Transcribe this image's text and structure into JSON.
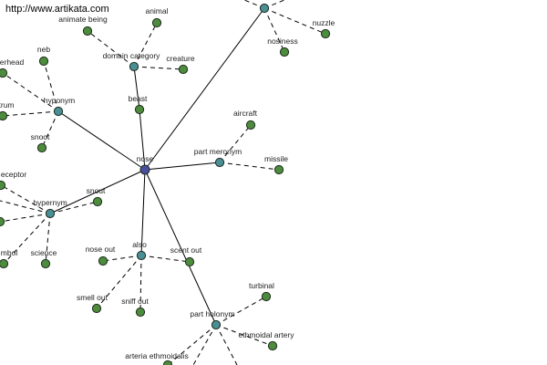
{
  "watermark": "http://www.artikata.com",
  "colors": {
    "root": "#4a4e9e",
    "relation": "#4a8f96",
    "leaf": "#4c8c3c",
    "stroke": "#1c2a1c"
  },
  "nodes": [
    {
      "id": "nose",
      "label": "nose",
      "kind": "root"
    },
    {
      "id": "beast",
      "label": "beast",
      "kind": "leaf"
    },
    {
      "id": "domain_category",
      "label": "domain category",
      "kind": "relation"
    },
    {
      "id": "animate_being",
      "label": "animate being",
      "kind": "leaf"
    },
    {
      "id": "animal",
      "label": "animal",
      "kind": "leaf"
    },
    {
      "id": "creature",
      "label": "creature",
      "kind": "leaf"
    },
    {
      "id": "hyponym",
      "label": "hyponym",
      "kind": "relation"
    },
    {
      "id": "neb",
      "label": "neb",
      "kind": "leaf"
    },
    {
      "id": "erhead",
      "label": "erhead",
      "kind": "leaf"
    },
    {
      "id": "trum",
      "label": "trum",
      "kind": "leaf"
    },
    {
      "id": "snoot",
      "label": "snoot",
      "kind": "leaf"
    },
    {
      "id": "hypernym",
      "label": "hypernym",
      "kind": "relation"
    },
    {
      "id": "eceptor",
      "label": "eceptor",
      "kind": "leaf"
    },
    {
      "id": "snout",
      "label": "snout",
      "kind": "leaf"
    },
    {
      "id": "mbol",
      "label": "mbol",
      "kind": "leaf"
    },
    {
      "id": "science",
      "label": "science",
      "kind": "leaf"
    },
    {
      "id": "hyper_left",
      "label": "",
      "kind": "leaf"
    },
    {
      "id": "part_meronym",
      "label": "part meronym",
      "kind": "relation"
    },
    {
      "id": "aircraft",
      "label": "aircraft",
      "kind": "leaf"
    },
    {
      "id": "missile",
      "label": "missile",
      "kind": "leaf"
    },
    {
      "id": "also",
      "label": "also",
      "kind": "relation"
    },
    {
      "id": "nose_out",
      "label": "nose out",
      "kind": "leaf"
    },
    {
      "id": "scent_out",
      "label": "scent out",
      "kind": "leaf"
    },
    {
      "id": "smell_out",
      "label": "smell out",
      "kind": "leaf"
    },
    {
      "id": "sniff_out",
      "label": "sniff out",
      "kind": "leaf"
    },
    {
      "id": "part_holonym",
      "label": "part holonym",
      "kind": "relation"
    },
    {
      "id": "turbinal",
      "label": "turbinal",
      "kind": "leaf"
    },
    {
      "id": "ethmoidal_artery",
      "label": "ethmoidal artery",
      "kind": "leaf"
    },
    {
      "id": "arteria_ethmoidalis",
      "label": "arteria ethmoidalis",
      "kind": "leaf"
    },
    {
      "id": "top_relation",
      "label": "",
      "kind": "relation"
    },
    {
      "id": "nosiness",
      "label": "nosiness",
      "kind": "leaf"
    },
    {
      "id": "nuzzle",
      "label": "nuzzle",
      "kind": "leaf"
    }
  ],
  "edges": [
    {
      "from": "nose",
      "to": "beast",
      "style": "solid"
    },
    {
      "from": "beast",
      "to": "domain_category",
      "style": "solid"
    },
    {
      "from": "nose",
      "to": "hyponym",
      "style": "solid"
    },
    {
      "from": "nose",
      "to": "hypernym",
      "style": "solid"
    },
    {
      "from": "nose",
      "to": "part_meronym",
      "style": "solid"
    },
    {
      "from": "nose",
      "to": "also",
      "style": "solid"
    },
    {
      "from": "nose",
      "to": "part_holonym",
      "style": "solid"
    },
    {
      "from": "nose",
      "to": "top_relation",
      "style": "solid"
    },
    {
      "from": "domain_category",
      "to": "animate_being",
      "style": "dashed"
    },
    {
      "from": "domain_category",
      "to": "animal",
      "style": "dashed"
    },
    {
      "from": "domain_category",
      "to": "creature",
      "style": "dashed"
    },
    {
      "from": "hyponym",
      "to": "neb",
      "style": "dashed"
    },
    {
      "from": "hyponym",
      "to": "erhead",
      "style": "dashed"
    },
    {
      "from": "hyponym",
      "to": "trum",
      "style": "dashed"
    },
    {
      "from": "hyponym",
      "to": "snoot",
      "style": "dashed"
    },
    {
      "from": "hypernym",
      "to": "eceptor",
      "style": "dashed"
    },
    {
      "from": "hypernym",
      "to": "snout",
      "style": "dashed"
    },
    {
      "from": "hypernym",
      "to": "mbol",
      "style": "dashed"
    },
    {
      "from": "hypernym",
      "to": "science",
      "style": "dashed"
    },
    {
      "from": "hypernym",
      "to": "hyper_left",
      "style": "dashed"
    },
    {
      "from": "part_meronym",
      "to": "aircraft",
      "style": "dashed"
    },
    {
      "from": "part_meronym",
      "to": "missile",
      "style": "dashed"
    },
    {
      "from": "also",
      "to": "nose_out",
      "style": "dashed"
    },
    {
      "from": "also",
      "to": "scent_out",
      "style": "dashed"
    },
    {
      "from": "also",
      "to": "smell_out",
      "style": "dashed"
    },
    {
      "from": "also",
      "to": "sniff_out",
      "style": "dashed"
    },
    {
      "from": "part_holonym",
      "to": "turbinal",
      "style": "dashed"
    },
    {
      "from": "part_holonym",
      "to": "ethmoidal_artery",
      "style": "dashed"
    },
    {
      "from": "part_holonym",
      "to": "arteria_ethmoidalis",
      "style": "dashed"
    },
    {
      "from": "top_relation",
      "to": "nosiness",
      "style": "dashed"
    },
    {
      "from": "top_relation",
      "to": "nuzzle",
      "style": "dashed"
    }
  ]
}
